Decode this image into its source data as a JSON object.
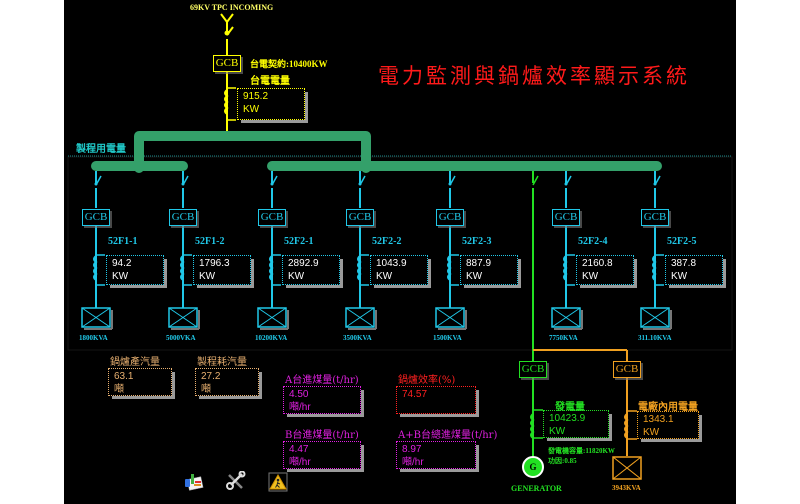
{
  "title": "電力監測與鍋爐效率顯示系統",
  "incoming": {
    "label": "69KV TPC INCOMING",
    "gcb": "GCB",
    "contract": "台電契約:10400KW",
    "meter_title": "台電電量",
    "value": "915.2",
    "unit": "KW"
  },
  "process_label": "製程用電量",
  "feeders": [
    {
      "gcb": "GCB",
      "name": "52F1-1",
      "value": "94.2",
      "unit": "KW",
      "transformer": "1800KVA"
    },
    {
      "gcb": "GCB",
      "name": "52F1-2",
      "value": "1796.3",
      "unit": "KW",
      "transformer": "5000VKA"
    },
    {
      "gcb": "GCB",
      "name": "52F2-1",
      "value": "2892.9",
      "unit": "KW",
      "transformer": "10200KVA"
    },
    {
      "gcb": "GCB",
      "name": "52F2-2",
      "value": "1043.9",
      "unit": "KW",
      "transformer": "3500KVA"
    },
    {
      "gcb": "GCB",
      "name": "52F2-3",
      "value": "887.9",
      "unit": "KW",
      "transformer": "1500KVA"
    },
    {
      "gcb": "GCB",
      "name": "52F2-4",
      "value": "2160.8",
      "unit": "KW",
      "transformer": "7750KVA"
    },
    {
      "gcb": "GCB",
      "name": "52F2-5",
      "value": "387.8",
      "unit": "KW",
      "transformer": "311.10KVA"
    }
  ],
  "generator": {
    "gcb": "GCB",
    "meter_title": "發電量",
    "value": "10423.9",
    "unit": "KW",
    "capacity": "發電機容量:11820KW",
    "power_factor": "功因:0.85",
    "symbol": "G",
    "label": "GENERATOR"
  },
  "station": {
    "gcb": "GCB",
    "meter_title": "電廠內用電量",
    "value": "1343.1",
    "unit": "KW",
    "transformer": "3943KVA"
  },
  "boiler": [
    {
      "title": "鍋爐產汽量",
      "value": "63.1",
      "unit": "噸",
      "color": "#e8b070"
    },
    {
      "title": "製程耗汽量",
      "value": "27.2",
      "unit": "噸",
      "color": "#e8b070"
    },
    {
      "title": "A台進煤量(t/hr)",
      "value": "4.50",
      "unit": "噸/hr",
      "color": "#e020e0"
    },
    {
      "title": "鍋爐效率(%)",
      "value": "74.57",
      "unit": "",
      "color": "#ff2020"
    },
    {
      "title": "B台進煤量(t/hr)",
      "value": "4.47",
      "unit": "噸/hr",
      "color": "#e020e0"
    },
    {
      "title": "A+B台總進煤量(t/hr)",
      "value": "8.97",
      "unit": "噸/hr",
      "color": "#e020e0"
    }
  ],
  "toolbar": [
    {
      "icon": "report-chart-icon"
    },
    {
      "icon": "wrench-tools-icon"
    },
    {
      "icon": "warning-sign-icon"
    }
  ],
  "colors": {
    "incoming": "#ffff00",
    "feeder": "#20c8e8",
    "bus": "#34a06a",
    "generator": "#22e022",
    "station": "#f0a020",
    "title": "#ff1a1a"
  }
}
